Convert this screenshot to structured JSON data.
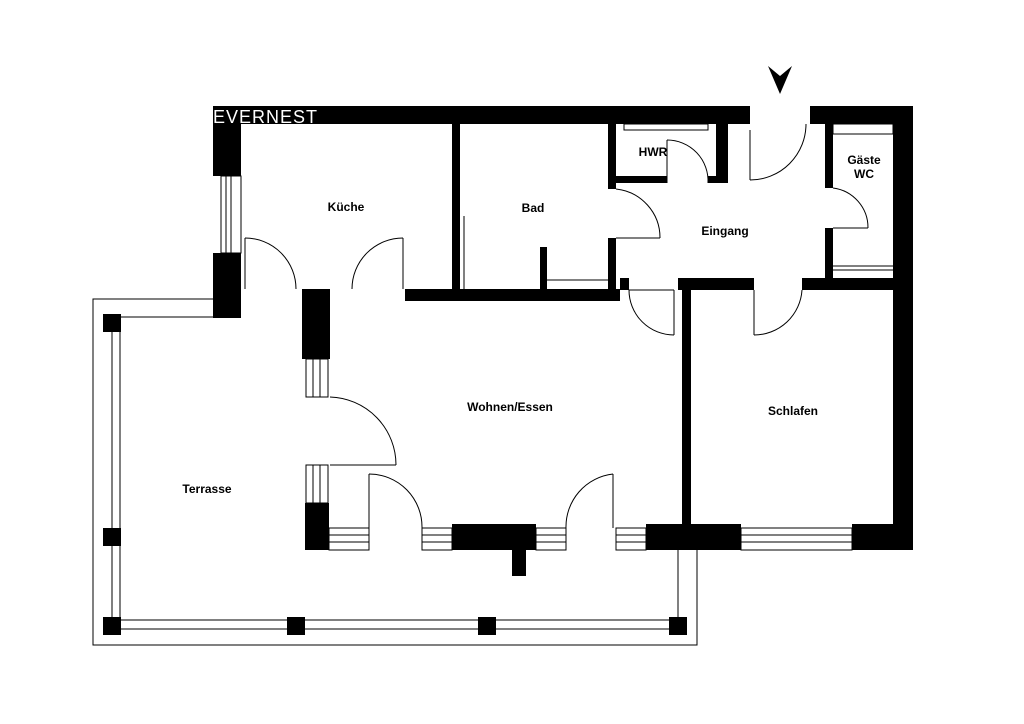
{
  "brand": {
    "logo": "EVERNEST"
  },
  "rooms": {
    "kueche": "Küche",
    "bad": "Bad",
    "hwr": "HWR",
    "gaeste_wc_line1": "Gäste",
    "gaeste_wc_line2": "WC",
    "eingang": "Eingang",
    "wohnen": "Wohnen/Essen",
    "schlafen": "Schlafen",
    "terrasse": "Terrasse"
  },
  "icons": {
    "entrance": "entrance-arrow-icon"
  }
}
